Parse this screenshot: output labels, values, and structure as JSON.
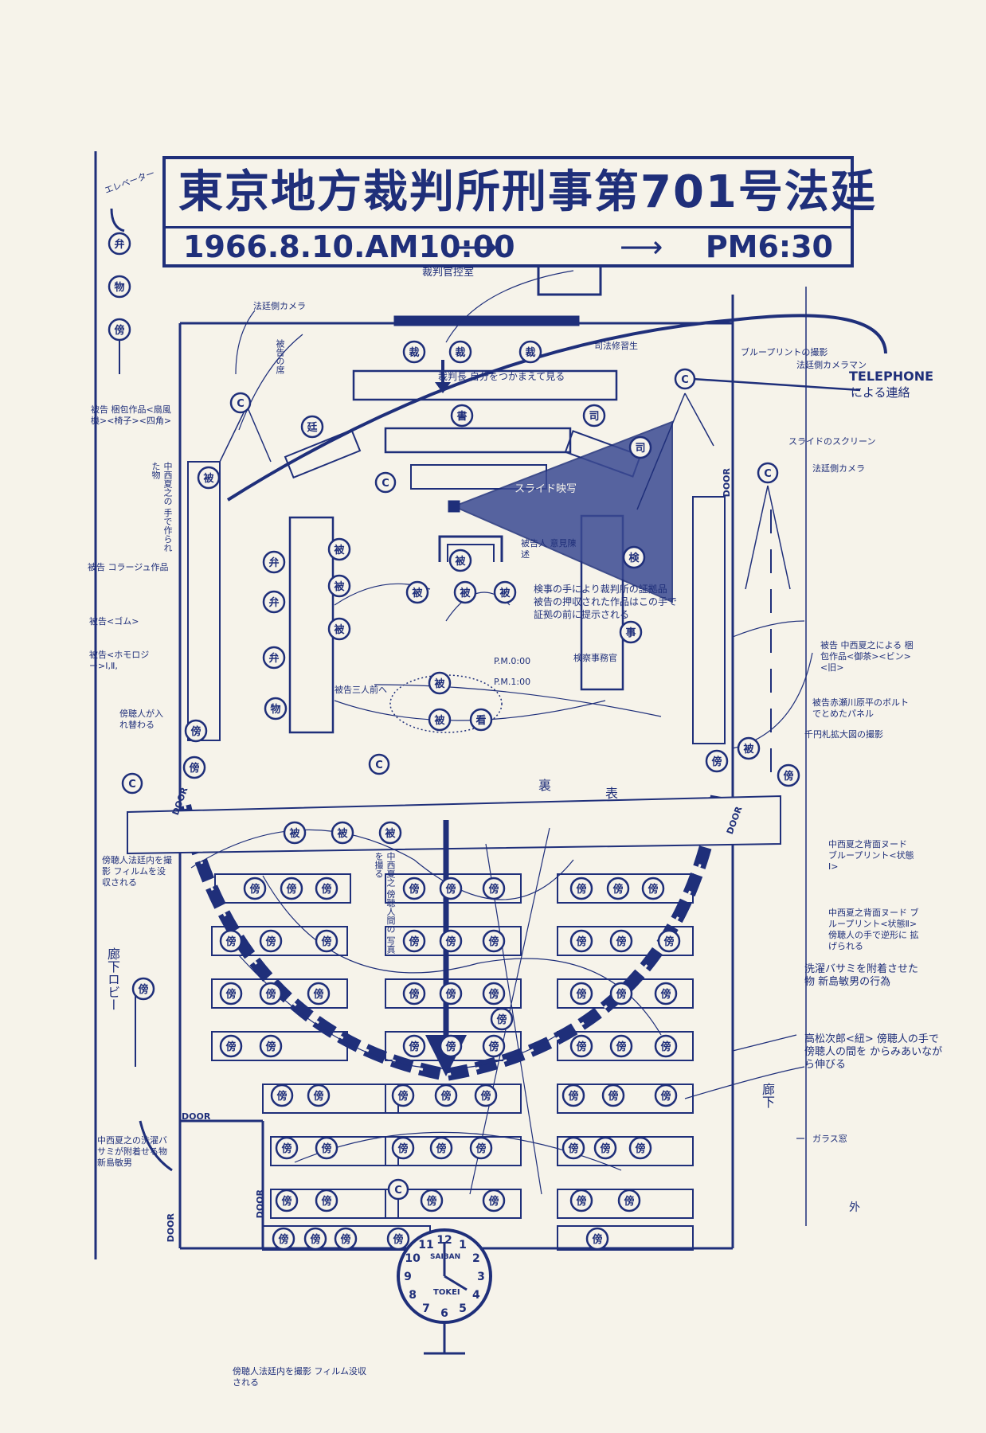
{
  "poster": {
    "title": "東京地方裁判所刑事第701号法廷",
    "start_time": "1966.8.10.AM10:00",
    "end_time": "PM6:30"
  },
  "labels": {
    "elevator": "エレベーター",
    "judges_waiting_room": "裁判官控室",
    "court_camera_top": "法廷側カメラ",
    "court_camera_right": "法廷側カメラ",
    "court_cameraman": "法廷側カメラマン",
    "blueprint_shoot": "ブループリントの撮影",
    "telephone": "TELEPHONE",
    "telephone_contact": "による連絡",
    "slide_screen": "スライドのスクリーン",
    "slide_projection": "スライド映写",
    "chief_judge_note": "裁判長 自分をつかまえて見る",
    "clerk_trainee": "司法修習生",
    "defendant_work_fan": "被告 梱包作品<扇風機><椅子><四角>",
    "defendant_collage": "被告 コラージュ作品",
    "defendant_gum": "被告<ゴム>",
    "defendant_hi_red": "被告<ホモロジー>Ⅰ,Ⅱ,",
    "gallery_pass_note": "傍聴人が入れ替わる",
    "defendant_statement": "被告人 意見陳述",
    "evidence_note": "検事の手により裁判所の証拠品 被告の押収された作品はこの手で証拠の前に提示される",
    "prosecutor": "検察事務官",
    "pm_time_1": "P.M.0:00",
    "pm_time_2": "P.M.1:00",
    "three_defendants": "被告三人前へ",
    "right_works": "被告 中西夏之による 梱包作品<御茶><ビン><旧>",
    "bolt_panel": "被告赤瀬川原平のボルトでとめたパネル",
    "thousand_yen": "千円札拡大図の撮影",
    "nakanishi_nude_1": "中西夏之背面ヌード ブループリント<状態Ⅰ>",
    "nakanishi_nude_2": "中西夏之背面ヌード ブループリント<状態Ⅱ> 傍聴人の手で逆形に 拡げられる",
    "laundry_clips": "洗濯バサミを附着させた物 新島敏男の行為",
    "takamatsu": "高松次郎<紐> 傍聴人の手で傍聴人の間を からみあいながら伸びる",
    "gallery_film": "傍聴人法廷内を撮影 フィルム没収される",
    "film_left": "傍聴人法廷内を撮影 フィルムを没収される",
    "laundry_left": "中西夏之の洗濯バサミが附着せる物 新島敏男",
    "corridor_left": "廊下ロビー",
    "corridor_right": "廊下",
    "glass_window": "ガラス窓",
    "outside": "外",
    "back_side": "裏",
    "front_side": "表",
    "door": "DOOR",
    "clock_top": "SAIBAN",
    "clock_bottom": "TOKEI",
    "side_note_top": "中西夏之の 手で作られた物",
    "bench_note": "被告の席",
    "gallery_note_left": "中西夏之 傍聴人間の 写真を撮る"
  },
  "seats": {
    "judge": "裁",
    "clerk": "書",
    "court_officer": "司",
    "defendant": "被",
    "lawyer": "弁",
    "gallery": "傍",
    "prosecutor_seat": "事",
    "witness": "看",
    "camera": "C",
    "prosecutor_chair": "検",
    "court_person": "廷",
    "object": "物"
  },
  "clock": {
    "numbers": [
      "12",
      "1",
      "2",
      "3",
      "4",
      "5",
      "6",
      "7",
      "8",
      "9",
      "10",
      "11"
    ]
  },
  "colors": {
    "ink": "#1f2f7a",
    "paper": "#f6f3ea"
  }
}
